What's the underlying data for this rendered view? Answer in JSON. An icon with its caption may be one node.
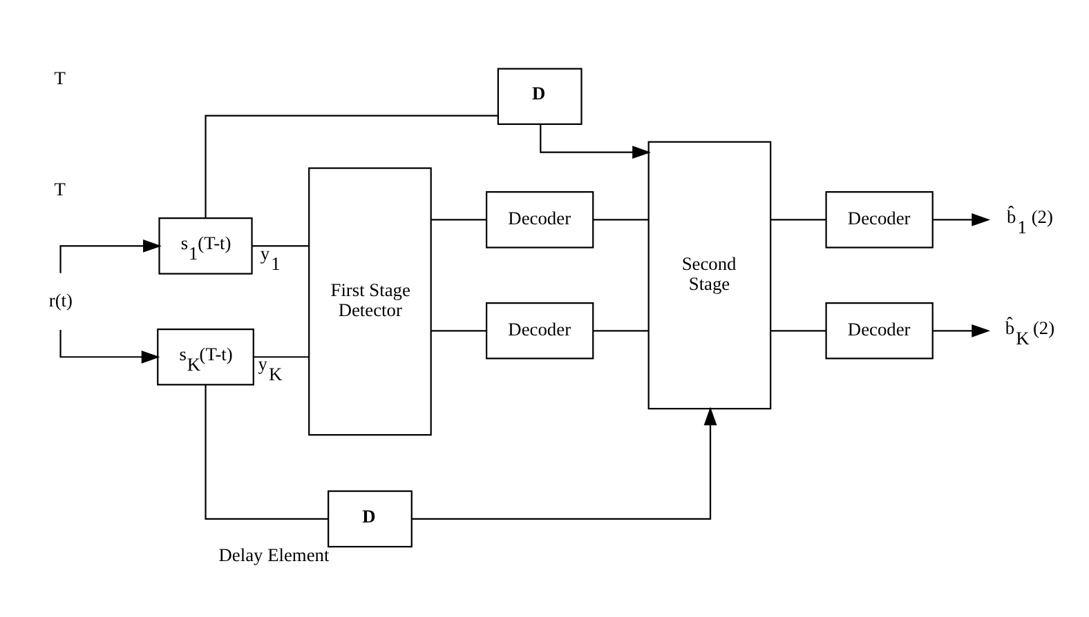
{
  "diagram": {
    "nodes": [
      {
        "text": [
          "r(t)"
        ]
      },
      {
        "text": [
          "s$_{1}$(T-t)"
        ]
      },
      {
        "text": [
          "s$_{K}$(T-t)"
        ]
      },
      {
        "text": [
          "First Stage",
          "Detector"
        ]
      },
      {
        "text": [
          "Decoder"
        ]
      },
      {
        "text": [
          "Decoder"
        ]
      },
      {
        "text": [
          "Second",
          "Stage"
        ]
      },
      {
        "text": [
          "Decoder"
        ]
      },
      {
        "text": [
          "Decoder"
        ]
      },
      {
        "text": [
          "**D**"
        ]
      },
      {
        "text": [
          "**D**"
        ],
        "beside": [
          "Delay Element"
        ]
      },
      {
        "text": [
          "b̂$_{1}$ (2)"
        ]
      },
      {
        "text": [
          "b̂$_{K}$ (2)"
        ]
      }
    ],
    "edges": [
      {
        "from": 0,
        "to": 1,
        "arrow": "to"
      },
      {
        "from": 0,
        "to": 2,
        "arrow": "to"
      },
      {
        "from": 1,
        "to": 3,
        "arrow": "none",
        "label": "y$_{1}$"
      },
      {
        "from": 2,
        "to": 3,
        "arrow": "none",
        "label": "y$_{K}$"
      },
      {
        "from": 3,
        "to": 4,
        "arrow": "none"
      },
      {
        "from": 3,
        "to": 5,
        "arrow": "none"
      },
      {
        "from": 4,
        "to": 6,
        "arrow": "none"
      },
      {
        "from": 5,
        "to": 6,
        "arrow": "none"
      },
      {
        "from": 6,
        "to": 7,
        "arrow": "none"
      },
      {
        "from": 6,
        "to": 8,
        "arrow": "none"
      },
      {
        "from": 7,
        "to": 11,
        "arrow": "to"
      },
      {
        "from": 8,
        "to": 12,
        "arrow": "to"
      },
      {
        "from": 1,
        "to": 9,
        "arrow": "none"
      },
      {
        "from": 9,
        "to": 6,
        "arrow": "to"
      },
      {
        "from": 2,
        "to": 10,
        "arrow": "none"
      },
      {
        "from": 10,
        "to": 6,
        "arrow": "to"
      }
    ],
    "labels": [
      "T",
      "T"
    ]
  }
}
